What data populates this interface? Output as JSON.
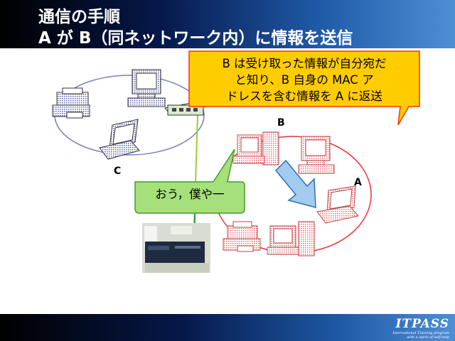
{
  "slide": {
    "title_line1": "通信の手順",
    "title_line2": "A が B（同ネットワーク内）に情報を送信"
  },
  "callout_b": {
    "lines": [
      "B は受け取った情報が自分宛だ",
      "と知り、B 自身の MAC ア",
      "ドレスを含む情報を A に返送"
    ],
    "fill": "#ffcc00",
    "border": "#ff3300"
  },
  "callout_c": {
    "text": "おう，僕や一",
    "fill": "#a6e07a",
    "border": "#3f9d2c"
  },
  "nodes": {
    "a": "A",
    "b": "B",
    "c": "C"
  },
  "colors": {
    "network_c_outline": "#7a7fbf",
    "network_ab_outline": "#e5343b",
    "pink_device": "#f3b0b6",
    "arrow_fill": "#a3cbef",
    "arrow_outline": "#2e6fb7"
  },
  "logo": {
    "name": "ITPASS",
    "sub1": "International Training program",
    "sub2": "with a spirit of self-help"
  }
}
